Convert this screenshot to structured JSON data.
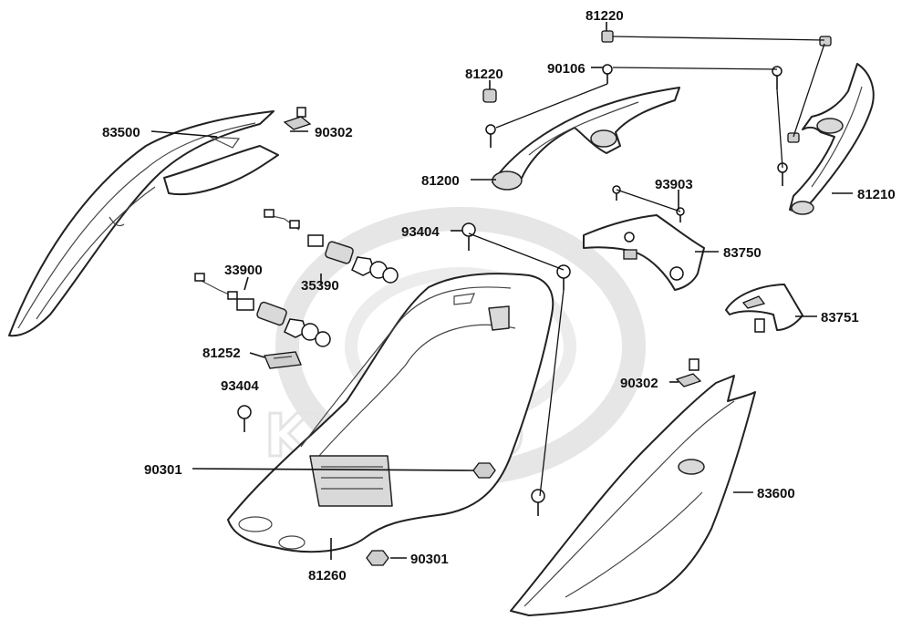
{
  "watermark": {
    "brand": "KYMCO"
  },
  "part_labels": [
    {
      "id": "81220a",
      "text": "81220"
    },
    {
      "id": "81220b",
      "text": "81220"
    },
    {
      "id": "90106",
      "text": "90106"
    },
    {
      "id": "83500",
      "text": "83500"
    },
    {
      "id": "90302a",
      "text": "90302"
    },
    {
      "id": "81200",
      "text": "81200"
    },
    {
      "id": "93903",
      "text": "93903"
    },
    {
      "id": "81210",
      "text": "81210"
    },
    {
      "id": "93404a",
      "text": "93404"
    },
    {
      "id": "83750",
      "text": "83750"
    },
    {
      "id": "33900",
      "text": "33900"
    },
    {
      "id": "35390",
      "text": "35390"
    },
    {
      "id": "83751",
      "text": "83751"
    },
    {
      "id": "81252",
      "text": "81252"
    },
    {
      "id": "90302b",
      "text": "90302"
    },
    {
      "id": "93404b",
      "text": "93404"
    },
    {
      "id": "90301a",
      "text": "90301"
    },
    {
      "id": "83600",
      "text": "83600"
    },
    {
      "id": "81260",
      "text": "81260"
    },
    {
      "id": "90301b",
      "text": "90301"
    }
  ]
}
